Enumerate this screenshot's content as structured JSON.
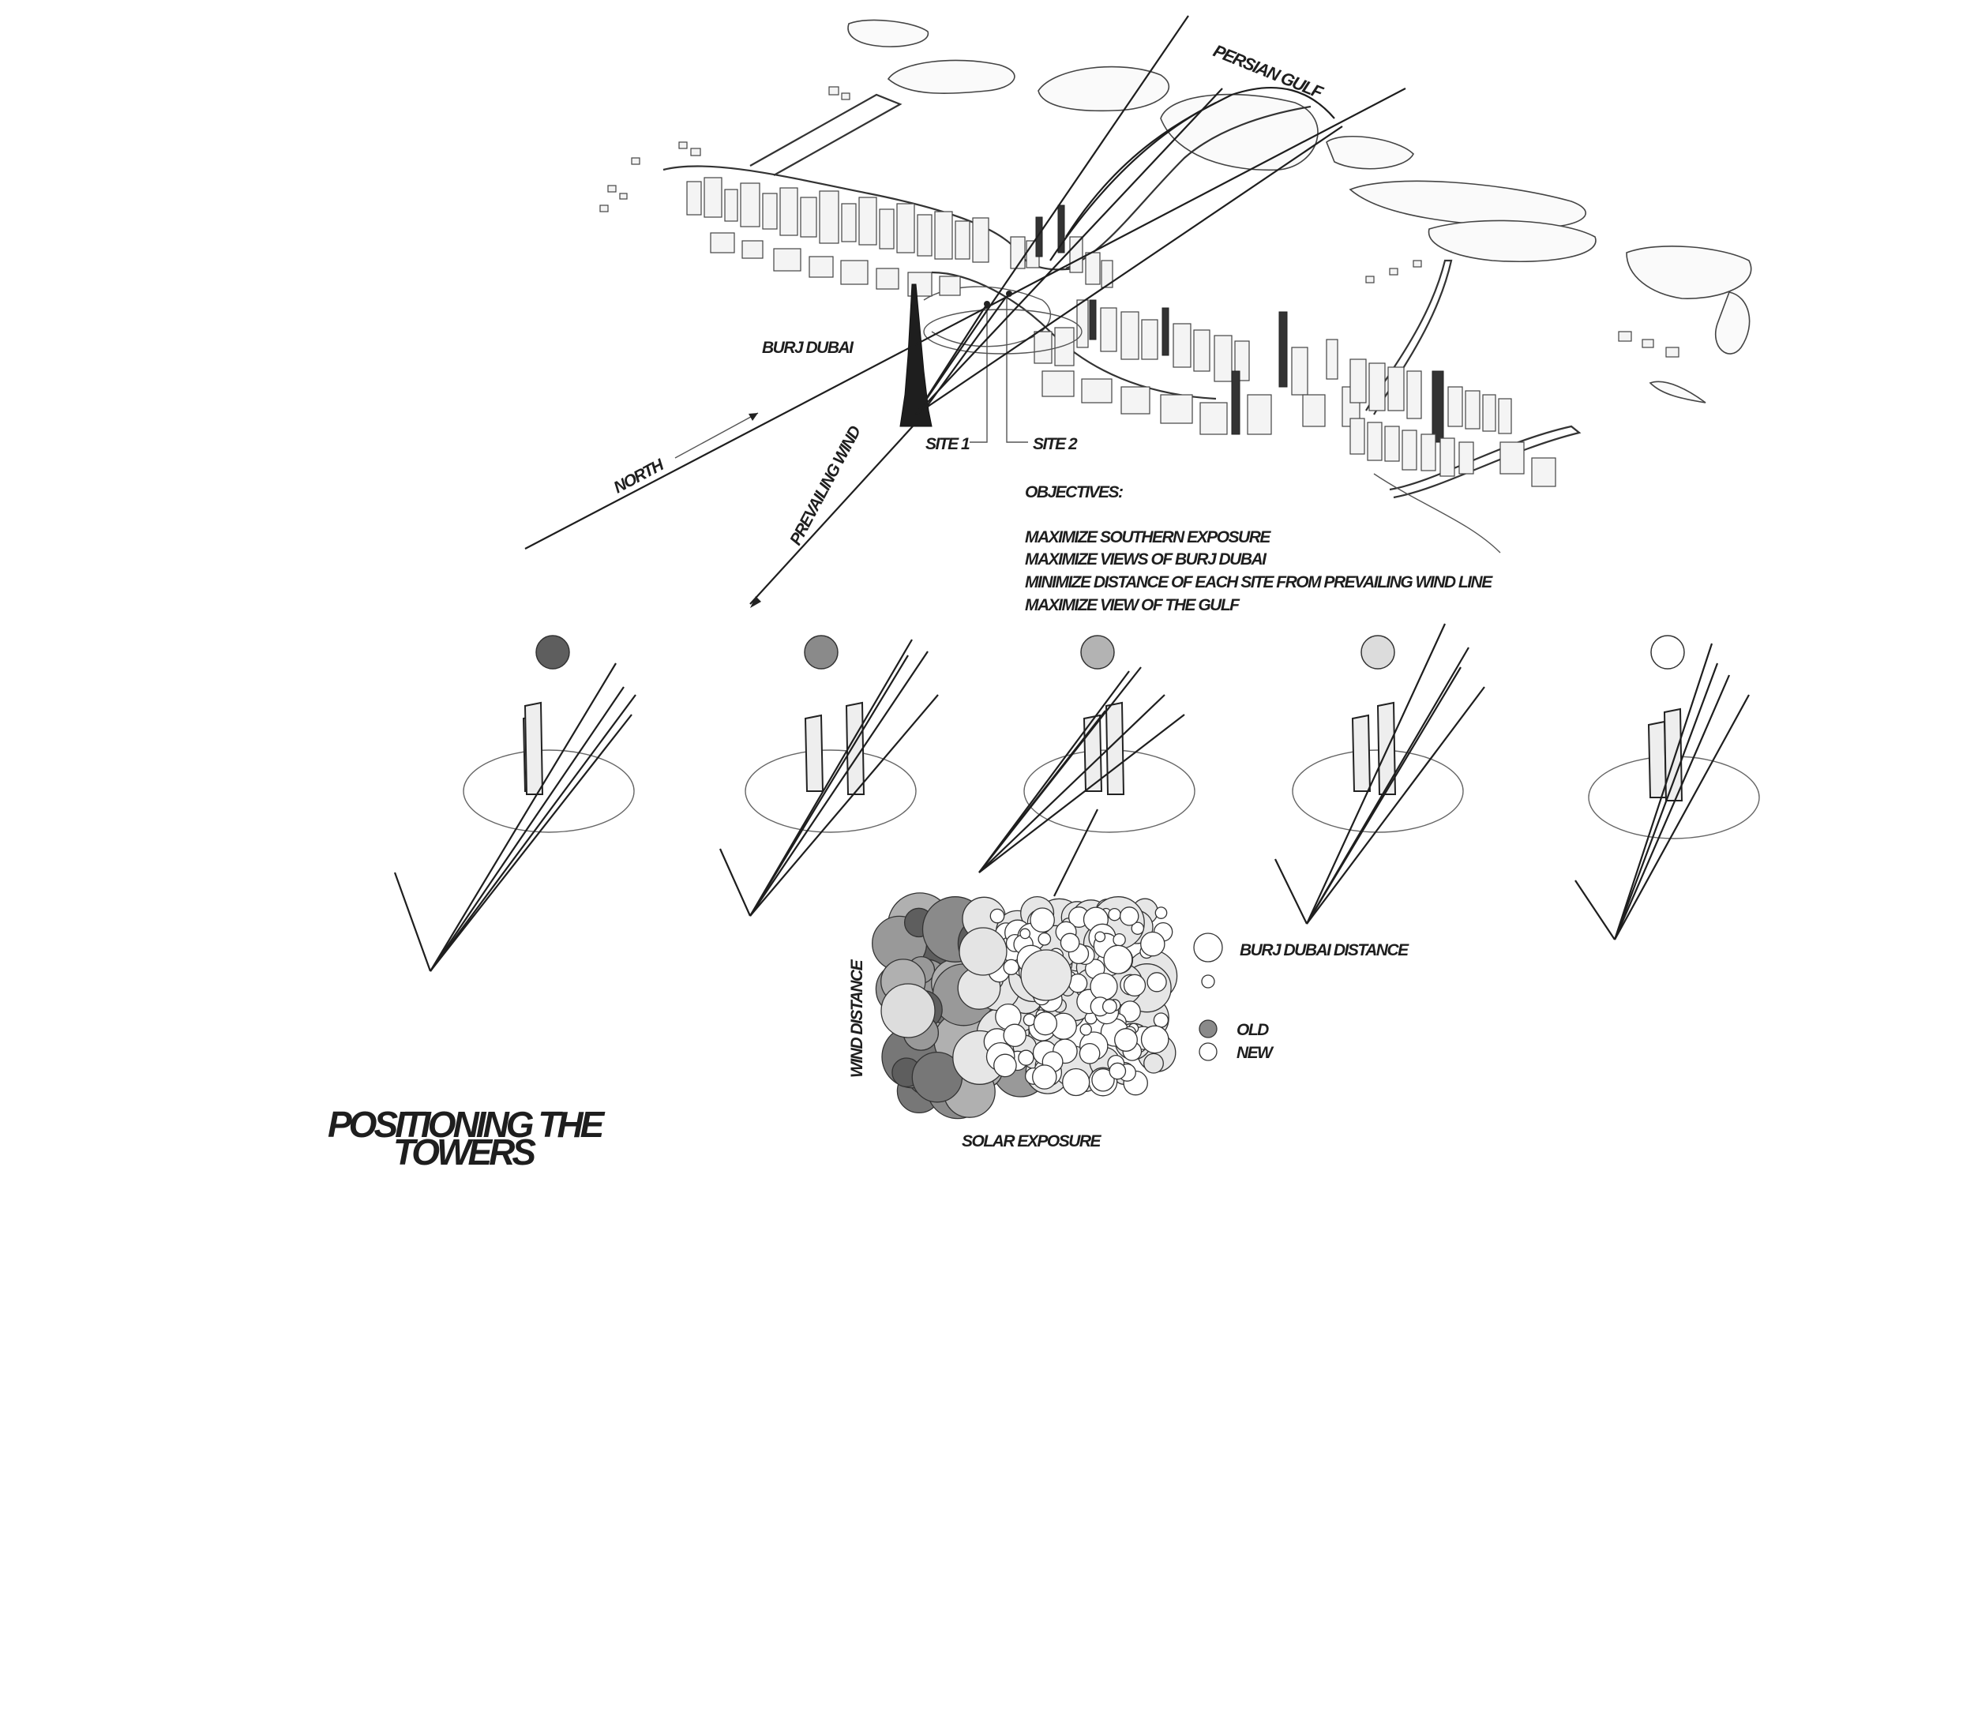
{
  "map": {
    "labels": {
      "persian_gulf": "PERSIAN GULF",
      "burj_dubai": "BURJ DUBAI",
      "north": "NORTH",
      "prevailing_wind": "PREVAILING WIND",
      "site_1": "SITE 1",
      "site_2": "SITE 2"
    }
  },
  "objectives": {
    "heading": "OBJECTIVES:",
    "items": [
      "MAXIMIZE SOUTHERN EXPOSURE",
      "MAXIMIZE VIEWS OF BURJ DUBAI",
      "MINIMIZE DISTANCE OF EACH SITE FROM PREVAILING WIND LINE",
      "MAXIMIZE VIEW OF THE GULF"
    ]
  },
  "iterations": {
    "dot_colors": [
      "#5e5e5e",
      "#8a8a8a",
      "#b3b3b3",
      "#dcdcdc",
      "#ffffff"
    ]
  },
  "bubble_chart": {
    "xlabel": "SOLAR EXPOSURE",
    "ylabel": "WIND DISTANCE",
    "legend": {
      "size_label": "BURJ DUBAI DISTANCE",
      "old_label": "OLD",
      "new_label": "NEW",
      "old_color": "#8a8a8a",
      "new_color": "#ffffff"
    }
  },
  "title": {
    "line1": "POSITIONING THE",
    "line2": "TOWERS"
  }
}
